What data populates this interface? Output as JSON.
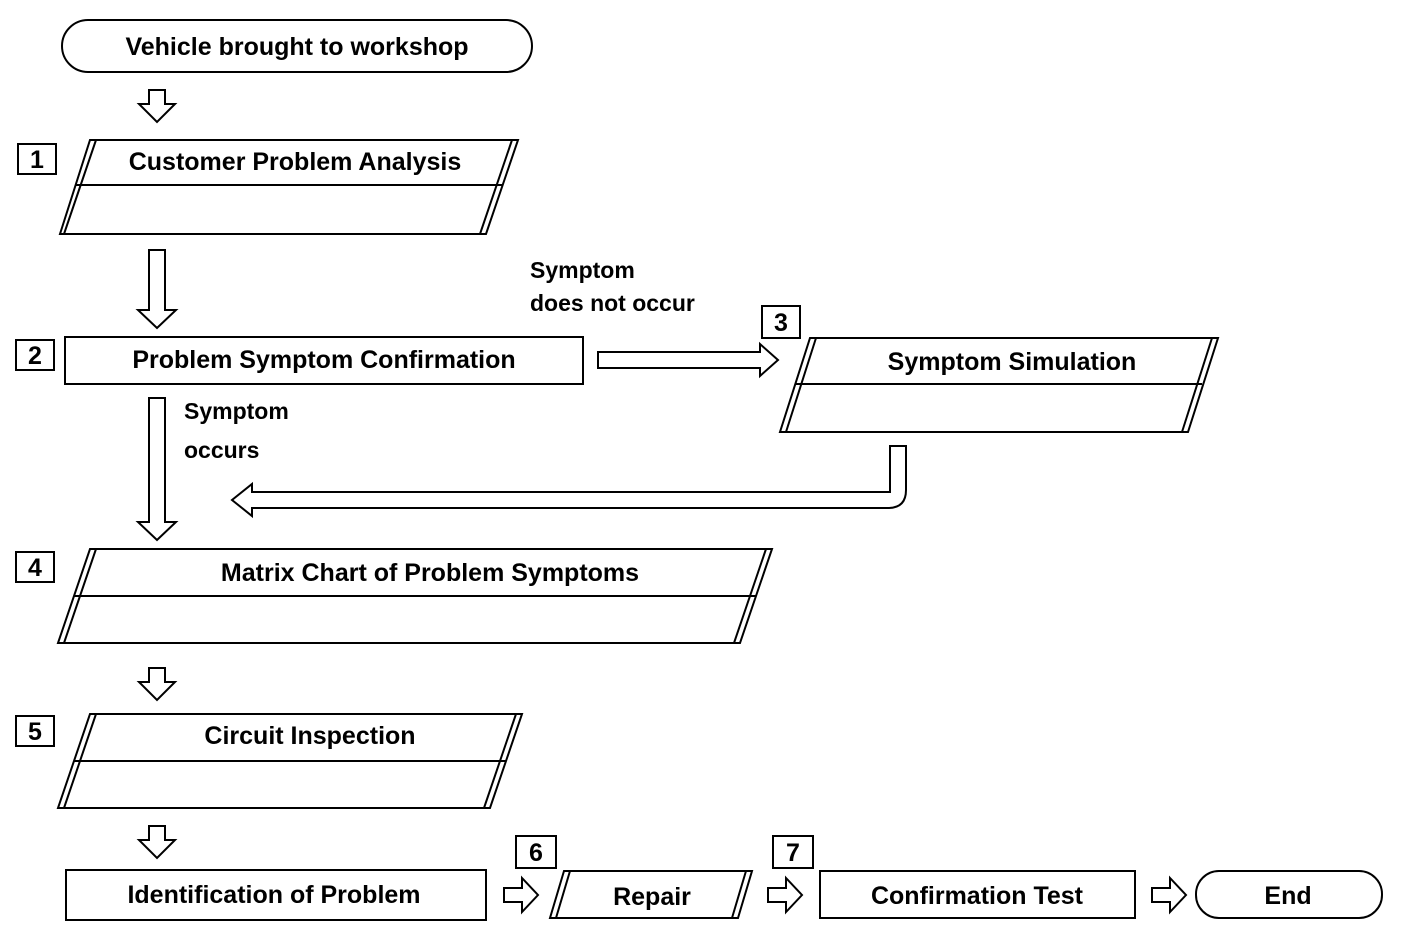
{
  "steps": {
    "start": "Vehicle brought to workshop",
    "s1": {
      "num": "1",
      "label": "Customer Problem Analysis"
    },
    "s2": {
      "num": "2",
      "label": "Problem Symptom Confirmation"
    },
    "s3": {
      "num": "3",
      "label": "Symptom Simulation"
    },
    "s4": {
      "num": "4",
      "label": "Matrix Chart of Problem Symptoms"
    },
    "s5": {
      "num": "5",
      "label": "Circuit Inspection"
    },
    "identify": "Identification of Problem",
    "s6": {
      "num": "6",
      "label": "Repair"
    },
    "s7": {
      "num": "7",
      "label": "Confirmation Test"
    },
    "end": "End"
  },
  "notes": {
    "not_occur_line1": "Symptom",
    "not_occur_line2": "does not occur",
    "occurs_line1": "Symptom",
    "occurs_line2": "occurs"
  }
}
